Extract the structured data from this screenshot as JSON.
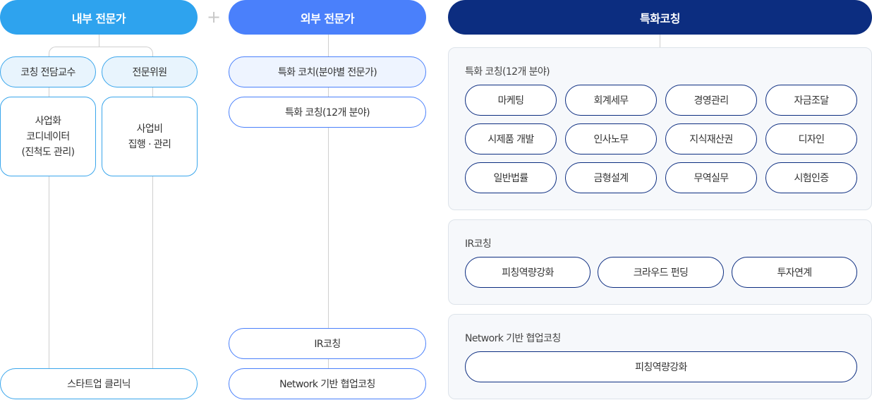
{
  "internal": {
    "title": "내부 전문가",
    "roles": [
      "코칭 전담교수",
      "전문위원"
    ],
    "details": [
      [
        "사업화",
        "코디네이터",
        "(진척도 관리)"
      ],
      [
        "사업비",
        "집행 · 관리"
      ]
    ],
    "outcome": "스타트업 클리닉"
  },
  "plus": "+",
  "external": {
    "title": "외부 전문가",
    "items": [
      "특화 코치(분야별 전문가)",
      "특화 코칭(12개 분야)",
      "IR코칭",
      "Network 기반 협업코칭"
    ]
  },
  "special": {
    "title": "특화코칭",
    "sections": [
      {
        "title": "특화 코칭(12개 분야)",
        "items": [
          "마케팅",
          "회계세무",
          "경영관리",
          "자금조달",
          "시제품 개발",
          "인사노무",
          "지식재산권",
          "디자인",
          "일반법률",
          "금형설계",
          "무역실무",
          "시험인증"
        ]
      },
      {
        "title": "IR코칭",
        "items": [
          "피칭역량강화",
          "크라우드 펀딩",
          "투자연계"
        ]
      },
      {
        "title": "Network 기반 협업코칭",
        "items": [
          "피칭역량강화"
        ]
      }
    ]
  },
  "colors": {
    "internal": "#2ea3ee",
    "external": "#4a80fb",
    "special": "#0c2d80"
  }
}
